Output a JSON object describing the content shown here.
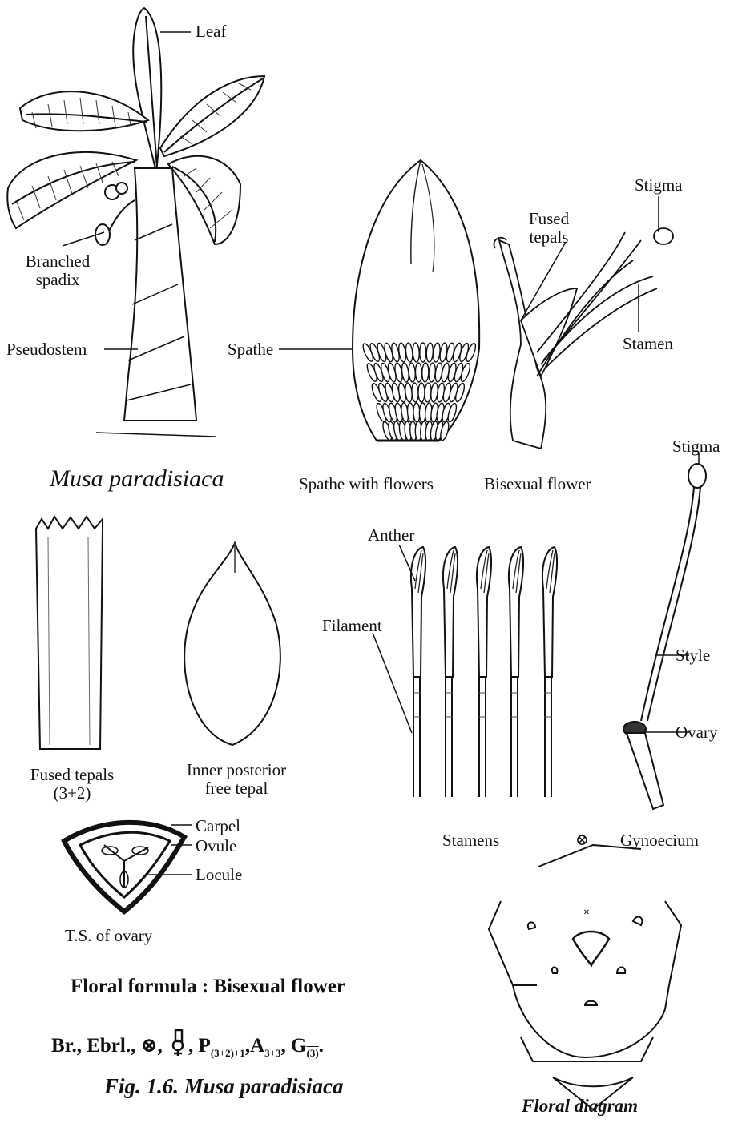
{
  "labels": {
    "leaf": "Leaf",
    "branched_spadix": "Branched\nspadix",
    "pseudostem": "Pseudostem",
    "spathe": "Spathe",
    "fused_tepals_top": "Fused\ntepals",
    "stigma_top": "Stigma",
    "stamen": "Stamen",
    "stigma_right": "Stigma",
    "anther": "Anther",
    "filament": "Filament",
    "style": "Style",
    "ovary": "Ovary",
    "carpel": "Carpel",
    "ovule": "Ovule",
    "locule": "Locule"
  },
  "captions": {
    "musa": "Musa paradisiaca",
    "spathe_flowers": "Spathe with flowers",
    "bisexual_flower": "Bisexual flower",
    "fused_tepals": "Fused tepals\n(3+2)",
    "inner_tepal": "Inner posterior\nfree tepal",
    "stamens": "Stamens",
    "gynoecium": "Gynoecium",
    "ts_ovary": "T.S. of ovary",
    "floral_diagram": "Floral  diagram"
  },
  "floral_formula": {
    "heading": "Floral formula : Bisexual flower",
    "prefix": "Br., Ebrl., ⊗, ",
    "p_main": "P",
    "p_sub": "(3+2)+1",
    "a_main": ",A",
    "a_sub": "3+3",
    "g_main": ", G",
    "g_sub": "(3)",
    "end": "."
  },
  "figure_title": "Fig. 1.6. Musa paradisiaca",
  "symbols": {
    "zygomorphic": "⊗",
    "posterior_mark": "×"
  }
}
